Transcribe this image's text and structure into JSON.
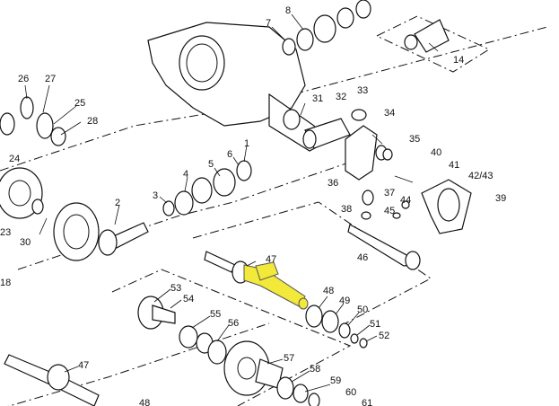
{
  "diagram": {
    "callouts": [
      {
        "id": "c1",
        "text": "1"
      },
      {
        "id": "c2",
        "text": "2"
      },
      {
        "id": "c3",
        "text": "3"
      },
      {
        "id": "c4",
        "text": "4"
      },
      {
        "id": "c5",
        "text": "5"
      },
      {
        "id": "c6",
        "text": "6"
      },
      {
        "id": "c7",
        "text": "7"
      },
      {
        "id": "c8",
        "text": "8"
      },
      {
        "id": "c14",
        "text": "14"
      },
      {
        "id": "c18",
        "text": "18"
      },
      {
        "id": "c23",
        "text": "23"
      },
      {
        "id": "c24",
        "text": "24"
      },
      {
        "id": "c25",
        "text": "25"
      },
      {
        "id": "c26",
        "text": "26"
      },
      {
        "id": "c27",
        "text": "27"
      },
      {
        "id": "c28",
        "text": "28"
      },
      {
        "id": "c30",
        "text": "30"
      },
      {
        "id": "c31",
        "text": "31"
      },
      {
        "id": "c32",
        "text": "32"
      },
      {
        "id": "c33",
        "text": "33"
      },
      {
        "id": "c34",
        "text": "34"
      },
      {
        "id": "c35",
        "text": "35"
      },
      {
        "id": "c36",
        "text": "36"
      },
      {
        "id": "c37",
        "text": "37"
      },
      {
        "id": "c38",
        "text": "38"
      },
      {
        "id": "c39",
        "text": "39"
      },
      {
        "id": "c40",
        "text": "40"
      },
      {
        "id": "c41",
        "text": "41"
      },
      {
        "id": "c4243",
        "text": "42/43"
      },
      {
        "id": "c44",
        "text": "44"
      },
      {
        "id": "c45",
        "text": "45"
      },
      {
        "id": "c46",
        "text": "46"
      },
      {
        "id": "c47a",
        "text": "47"
      },
      {
        "id": "c47b",
        "text": "47"
      },
      {
        "id": "c48a",
        "text": "48"
      },
      {
        "id": "c48b",
        "text": "48"
      },
      {
        "id": "c49",
        "text": "49"
      },
      {
        "id": "c50",
        "text": "50"
      },
      {
        "id": "c51",
        "text": "51"
      },
      {
        "id": "c52",
        "text": "52"
      },
      {
        "id": "c53",
        "text": "53"
      },
      {
        "id": "c54",
        "text": "54"
      },
      {
        "id": "c55",
        "text": "55"
      },
      {
        "id": "c56",
        "text": "56"
      },
      {
        "id": "c57",
        "text": "57"
      },
      {
        "id": "c58",
        "text": "58"
      },
      {
        "id": "c59",
        "text": "59"
      },
      {
        "id": "c60",
        "text": "60"
      },
      {
        "id": "c61",
        "text": "61"
      }
    ],
    "highlight_color": "#f2e93a",
    "highlighted_part": "axle-shaft-47"
  }
}
